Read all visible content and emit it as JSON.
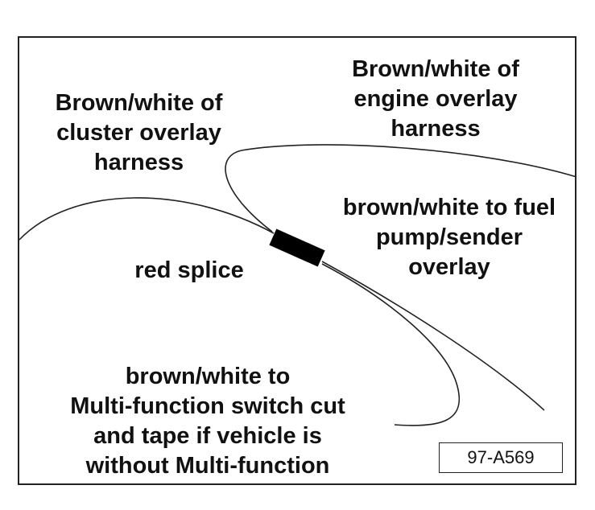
{
  "labels": {
    "cluster": [
      "Brown/white of",
      "cluster overlay",
      "harness"
    ],
    "engine": [
      "Brown/white of",
      "engine overlay",
      "harness"
    ],
    "fuel": [
      "brown/white to fuel",
      "pump/sender",
      "overlay"
    ],
    "splice": [
      "red splice"
    ],
    "multi": [
      "brown/white to",
      "Multi-function switch cut",
      "and tape if vehicle is",
      "without Multi-function"
    ]
  },
  "reference_code": "97-A569",
  "colors": {
    "line": "#222222",
    "splice_fill": "#000000",
    "background": "#ffffff"
  }
}
